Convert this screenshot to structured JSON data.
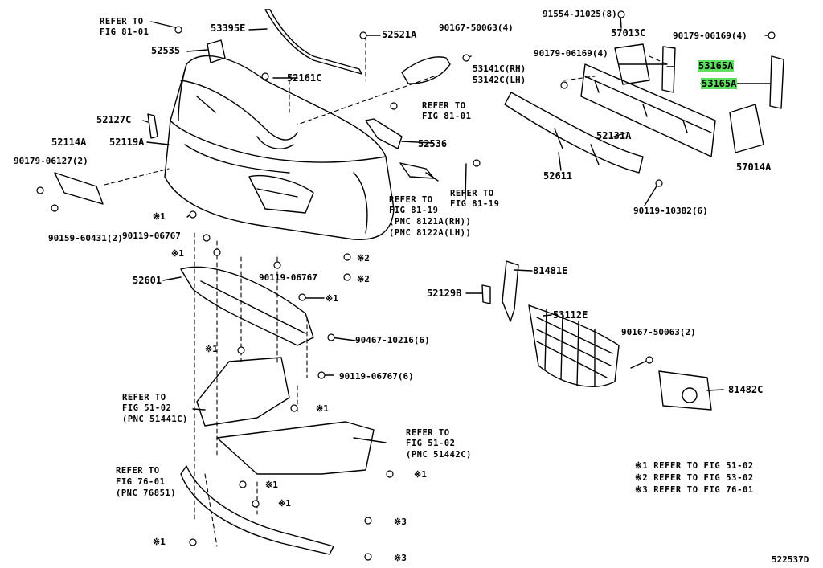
{
  "diagram_id": "522537D",
  "highlight_color": "#5ee05e",
  "labels": {
    "p91554": "91554-J1025(8)",
    "refer81_01_top": "REFER TO",
    "refer81_01_top_b": "FIG 81-01",
    "p53395E": "53395E",
    "p52521A": "52521A",
    "p90167_top": "90167-50063(4)",
    "p57013C": "57013C",
    "p90179_right": "90179-06169(4)",
    "p52535": "52535",
    "p90179_mid": "90179-06169(4)",
    "p53165A_1": "53165A",
    "p53165A_2": "53165A",
    "p53141C": "53141C(RH)",
    "p53142C": "53142C(LH)",
    "p52161C": "52161C",
    "refer81_01_mid": "REFER TO",
    "refer81_01_mid_b": "FIG 81-01",
    "p52127C": "52127C",
    "p52131A": "52131A",
    "p52114A": "52114A",
    "p52119A": "52119A",
    "p52536": "52536",
    "p57014A": "57014A",
    "p90179_06127": "90179-06127(2)",
    "p52611": "52611",
    "refer81_19_a": "REFER TO",
    "refer81_19_b": "FIG 81-19",
    "refer81_19_c": "(PNC 8121A(RH))",
    "refer81_19_d": "(PNC 8122A(LH))",
    "refer81_19r_a": "REFER TO",
    "refer81_19r_b": "FIG 81-19",
    "p90119_10382": "90119-10382(6)",
    "n1_a": "※1",
    "p90159": "90159-60431(2)",
    "p90119_06767_a": "90119-06767",
    "n1_b": "※1",
    "n2_a": "※2",
    "p52601": "52601",
    "p90119_06767_b": "90119-06767",
    "n2_b": "※2",
    "p81481E": "81481E",
    "n1_c": "※1",
    "p52129B": "52129B",
    "p53112E": "53112E",
    "p90467": "90467-10216(6)",
    "n1_d": "※1",
    "p90167_right": "90167-50063(2)",
    "p90119_06767_c": "90119-06767(6)",
    "p81482C": "81482C",
    "refer51_02_a": "REFER TO",
    "refer51_02_b": "FIG 51-02",
    "refer51_02_c": "(PNC 51441C)",
    "n1_e": "※1",
    "refer51_02r_a": "REFER TO",
    "refer51_02r_b": "FIG 51-02",
    "refer51_02r_c": "(PNC 51442C)",
    "refer76_a": "REFER TO",
    "refer76_b": "FIG 76-01",
    "refer76_c": "(PNC 76851)",
    "n1_f": "※1",
    "n1_g": "※1",
    "n1_h": "※1",
    "n3_a": "※3",
    "n1_i": "※1",
    "n3_b": "※3",
    "legend_1": "※1 REFER TO FIG 51-02",
    "legend_2": "※2 REFER TO FIG 53-02",
    "legend_3": "※3 REFER TO FIG 76-01"
  }
}
